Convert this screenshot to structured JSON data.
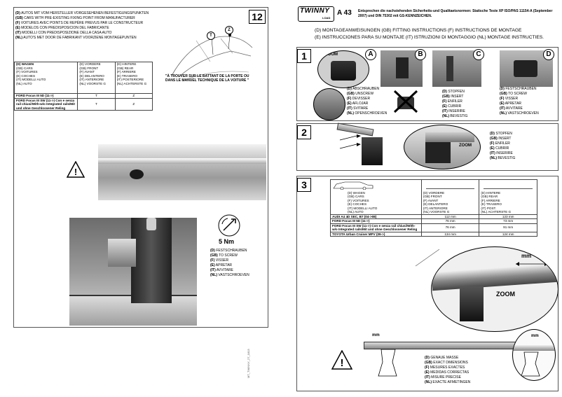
{
  "left_page": {
    "page_number": "12",
    "notes": [
      {
        "lang": "(D)",
        "text": "AUTOS MIT VOM HERSTELLER VORGESEHENEN BEFESTIGUNGSPUNKTEN"
      },
      {
        "lang": "(GB)",
        "text": "CARS WITH PRE-EXISTING FIXING POINT FROM MANUFACTURER"
      },
      {
        "lang": "(F)",
        "text": "VOITURES AVEC POINTS DE REPÈRE PREVUS PAR LE CONSTRUCTEUR"
      },
      {
        "lang": "(E)",
        "text": "MODELOS CON PREDISPOSICION DEL FABRICANTE"
      },
      {
        "lang": "(IT)",
        "text": "MODELLI CON PREDISPOSIZIONE DELLA CASA AUTO"
      },
      {
        "lang": "(NL)",
        "text": "AUTO'S MET DOOR DE FABRIKANT VOORZIENE MONTAGEPUNTEN"
      }
    ],
    "diagram_labels": {
      "t": "T",
      "z": "Z"
    },
    "table": {
      "col1": [
        "(D) WAGEN",
        "(GB) CARS",
        "(F) VOITURES",
        "(E) COCHES",
        "(IT) MODELLI AUTO",
        "(NL) AUTO"
      ],
      "col2": [
        "(D) VORDERE",
        "(GB) FRONT",
        "(F) AVANT",
        "(E) DELANTERO",
        "(IT) ANTERIORE",
        "(NL) VOORSTE G"
      ],
      "col3": [
        "(D) HINTERE",
        "(GB) REAR",
        "(F) ARRIERE",
        "(E) TRASERO",
        "(IT) POSTERIORE",
        "(NL) ACHTERSTE G"
      ],
      "rows": [
        {
          "car": "FORD Focus III 5D (11->)",
          "front": "T",
          "rear": "Z"
        },
        {
          "car": "FORD Focus III SW (11->) Con e senza rail chiusi/With-w/o Integrated rails/Mit und ohne Geschlossener Reling",
          "front": "T",
          "rear": "Z"
        }
      ]
    },
    "door_note": "\"À TROUVER SUR LE BATTANT DE LA PORTE OU DANS LE MANUEL TECHNIQUE DE LA VOITURE \"",
    "torque": "5 Nm",
    "screw_labels": [
      {
        "lang": "(D)",
        "text": "FESTSCHRAUBEN"
      },
      {
        "lang": "(GB)",
        "text": "TO SCREW"
      },
      {
        "lang": "(F)",
        "text": "VISSER"
      },
      {
        "lang": "(E)",
        "text": "APRETAR"
      },
      {
        "lang": "(IT)",
        "text": "AVVITARE"
      },
      {
        "lang": "(NL)",
        "text": "VASTSCHROEVEN"
      }
    ],
    "side_code": "MT_TWINNY_27_1813"
  },
  "right_page": {
    "brand": "TWINNY",
    "brand_sub": "LOAD",
    "model": "A 43",
    "standards": "Entsprechen die nachstehenden Sicherheits-und Qualitaetsnormen: Statische Teste XP ISO/PAS 11154-A (September 2007) und DIN 75302 mit GS-KENNZEICHEN.",
    "instructions_line1": "(D) MONTAGEANWEISUNGEN  (GB) FITTING INSTRUCTIONS  (F) INSTRUCTIONS DE MONTAGE",
    "instructions_line2": "(E) INSTRUCCIONES PARA SU MONTAJE (IT) ISTRUZIONI DI MONTAGGIO (NL) MONTAGE INSTRUCTIES.",
    "step1": {
      "number": "1",
      "zoom": "ZOOM",
      "letters": [
        "A",
        "B",
        "C",
        "D"
      ],
      "unscrew": [
        {
          "lang": "(D)",
          "text": "ABSCHRAUBEN"
        },
        {
          "lang": "(GB)",
          "text": "UNSCREW"
        },
        {
          "lang": "(F)",
          "text": "DEVISSER"
        },
        {
          "lang": "(E)",
          "text": "AFLOJAR"
        },
        {
          "lang": "(IT)",
          "text": "SVITARE"
        },
        {
          "lang": "(NL)",
          "text": "OPENSCHROEVEN"
        }
      ],
      "stop": [
        {
          "lang": "(D)",
          "text": "STOPFEN"
        },
        {
          "lang": "(GB)",
          "text": "INSERT"
        },
        {
          "lang": "(F)",
          "text": "ENFILER"
        },
        {
          "lang": "(E)",
          "text": "CUBRIR"
        },
        {
          "lang": "(IT)",
          "text": "INSERIRE"
        },
        {
          "lang": "(NL)",
          "text": "BEVESTIG"
        }
      ],
      "screw": [
        {
          "lang": "(D)",
          "text": "FESTSCHRAUBEN"
        },
        {
          "lang": "(GB)",
          "text": "TO SCREW"
        },
        {
          "lang": "(F)",
          "text": "VISSER"
        },
        {
          "lang": "(E)",
          "text": "APRETAR"
        },
        {
          "lang": "(IT)",
          "text": "AVVITARE"
        },
        {
          "lang": "(NL)",
          "text": "VASTSCHROEVEN"
        }
      ]
    },
    "step2": {
      "number": "2",
      "zoom": "ZOOM",
      "labels": [
        {
          "lang": "(D)",
          "text": "STOPFEN"
        },
        {
          "lang": "(GB)",
          "text": "INSERT"
        },
        {
          "lang": "(F)",
          "text": "ENFILER"
        },
        {
          "lang": "(E)",
          "text": "CUBRIR"
        },
        {
          "lang": "(IT)",
          "text": "INSERIRE"
        },
        {
          "lang": "(NL)",
          "text": "BEVESTIG"
        }
      ]
    },
    "step3": {
      "number": "3",
      "zoom": "ZOOM",
      "mm": "mm",
      "table": {
        "col1": [
          "(D) WAGEN",
          "(GB) CARS",
          "(F) VOITURES",
          "(E) COCHES",
          "(IT) MODELLI AUTO",
          "(NL) AUTO"
        ],
        "col2": [
          "(D) VORDERE",
          "(GB) FRONT",
          "(F) AVANT",
          "(E) DELANTERO",
          "(IT) ANTERIORE",
          "(NL) VOORSTE G"
        ],
        "col3": [
          "(D) HINTERE",
          "(GB) REAR",
          "(F) ARRIERE",
          "(E) TRASERO",
          "(IT) POST.",
          "(NL) ACHTERSTE G"
        ],
        "rows": [
          {
            "car": "AUDI A4 4D SEC, B7  (04->08)",
            "front": "112 mm",
            "rear": "123 mm"
          },
          {
            "car": "FORD Focus III 5D (11->)",
            "front": "76 mm",
            "rear": "73 mm"
          },
          {
            "car": "FORD Focus III SW (11->) Con e senza rail chiusi/With-w/o Integrated rails/Mit und ohne Geschlossener Reling",
            "front": "76 mm",
            "rear": "91 mm"
          },
          {
            "car": "TOYOTA Urban Cruiser MPV (09->)",
            "front": "134 mm",
            "rear": "124 mm"
          }
        ]
      },
      "dimensions": [
        {
          "lang": "(D)",
          "text": "GENAUE MASSE"
        },
        {
          "lang": "(GB)",
          "text": "EXACT DIMENSIONS"
        },
        {
          "lang": "(F)",
          "text": "MESURES EXACTES"
        },
        {
          "lang": "(E)",
          "text": "MEDIDAS CORRECTAS"
        },
        {
          "lang": "(IT)",
          "text": "MISURE PRECISE"
        },
        {
          "lang": "(NL)",
          "text": "EXACTE AFMETINGEN"
        }
      ]
    }
  }
}
